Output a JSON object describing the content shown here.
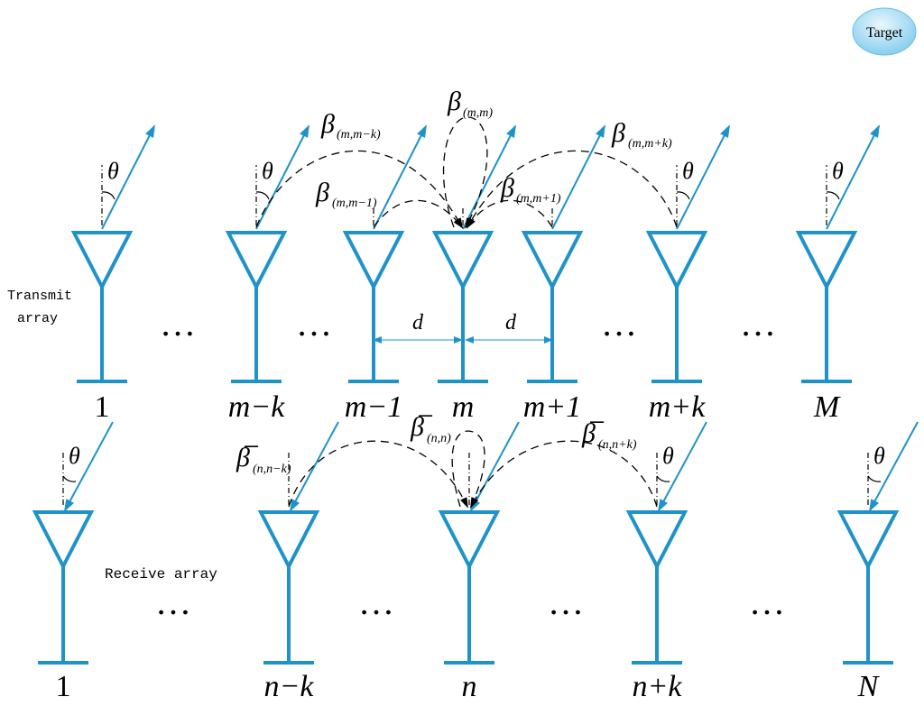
{
  "target_label": "Target",
  "transmit_array": {
    "label_line1": "Transmit",
    "label_line2": "array",
    "elements": [
      {
        "label": "1",
        "italic": false
      },
      {
        "label": "m−k",
        "italic": true
      },
      {
        "label": "m−1",
        "italic": true
      },
      {
        "label": "m",
        "italic": true
      },
      {
        "label": "m+1",
        "italic": true
      },
      {
        "label": "m+k",
        "italic": true
      },
      {
        "label": "M",
        "italic": true
      }
    ],
    "spacing_label": "d"
  },
  "receive_array": {
    "label": "Receive array",
    "elements": [
      {
        "label": "1",
        "italic": false
      },
      {
        "label": "n−k",
        "italic": true
      },
      {
        "label": "n",
        "italic": true
      },
      {
        "label": "n+k",
        "italic": true
      },
      {
        "label": "N",
        "italic": true
      }
    ]
  },
  "angle_symbol": "θ",
  "ellipsis": "…",
  "coupling": {
    "tx_symbol": "β",
    "rx_symbol": "β̅",
    "tx_subscripts": [
      "(m,m−k)",
      "(m,m)",
      "(m,m+k)",
      "(m,m−1)",
      "(m,m+1)"
    ],
    "rx_subscripts": [
      "(n,n−k)",
      "(n,n)",
      "(n,n+k)"
    ]
  },
  "colors": {
    "antenna": "#1f93c8",
    "target_fill": "#aeddf3"
  }
}
